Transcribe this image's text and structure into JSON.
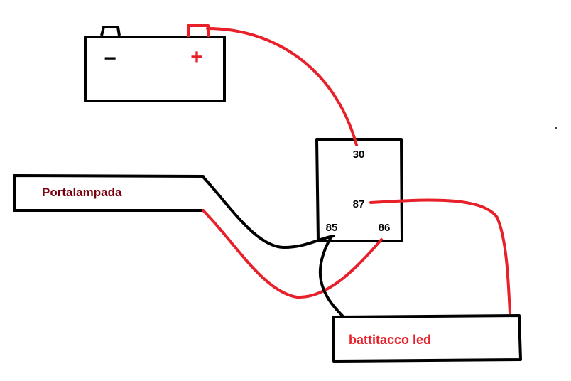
{
  "battery": {
    "minus_sign": "−",
    "plus_sign": "+"
  },
  "relay": {
    "pins": {
      "p30": "30",
      "p87": "87",
      "p85": "85",
      "p86": "86"
    }
  },
  "lampholder": {
    "label": "Portalampada"
  },
  "led_strip": {
    "label": "battitacco led"
  },
  "colors": {
    "outline": "#000000",
    "wire_red": "#e8202a",
    "wire_black": "#000000",
    "label_dark_red": "#7a0010",
    "label_red": "#e8202a",
    "background": "#ffffff"
  }
}
